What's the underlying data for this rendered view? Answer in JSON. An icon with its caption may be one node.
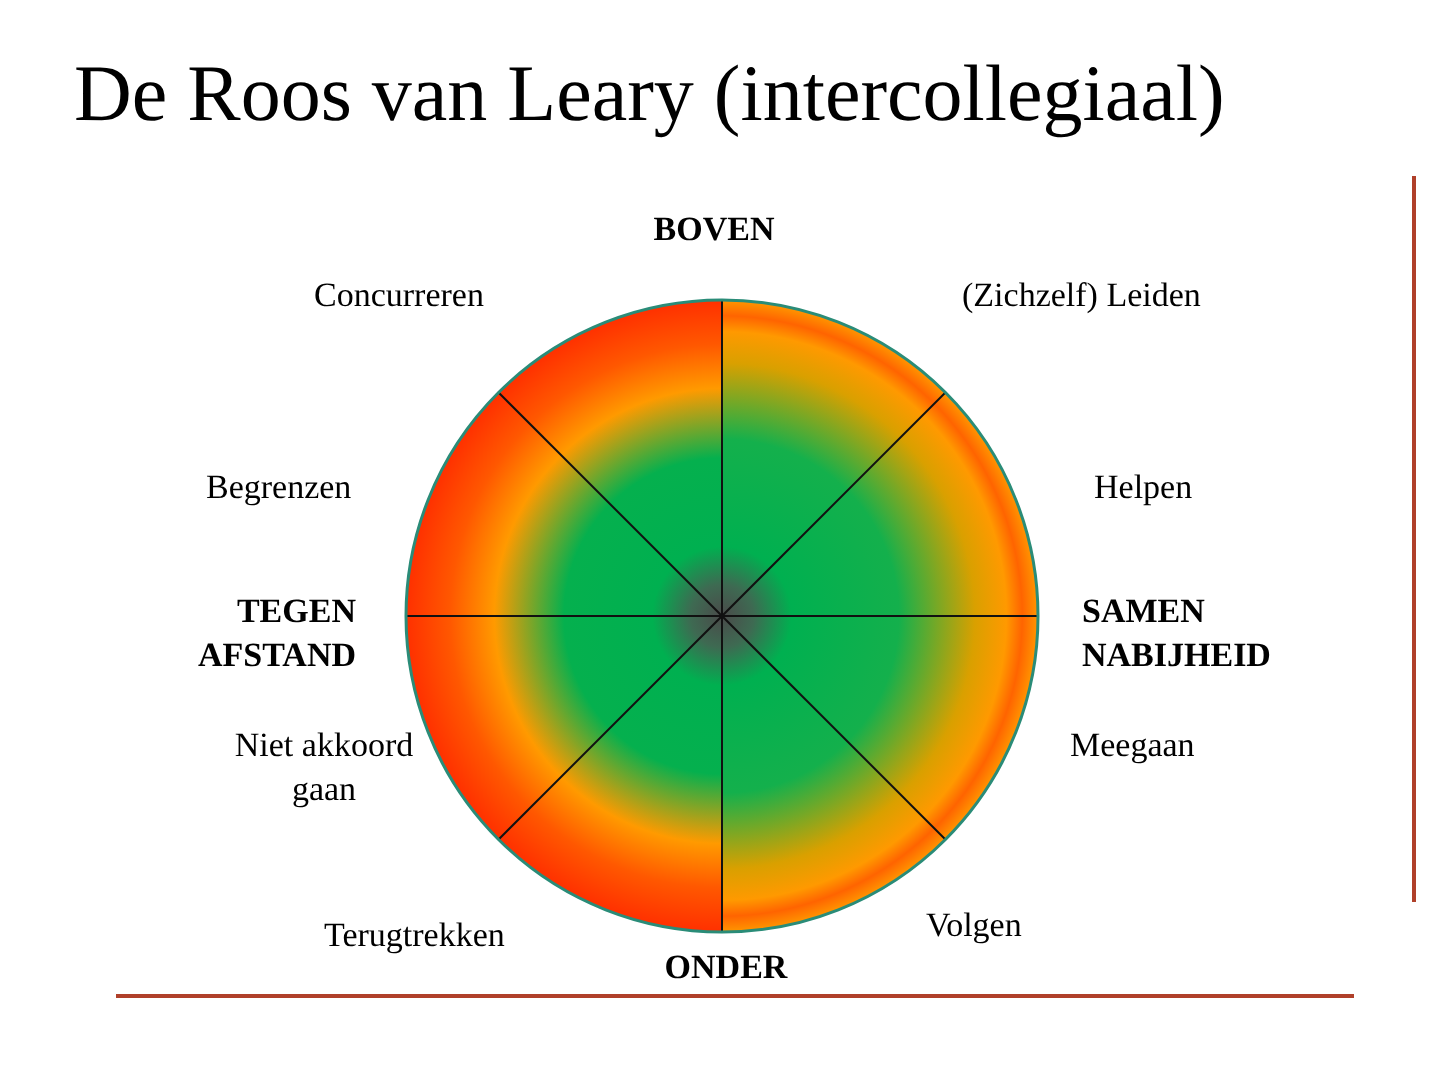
{
  "diagram": {
    "title": "De Roos van Leary (intercollegiaal)",
    "labels": [
      "BOVEN",
      "Concurreren",
      "(Zichzelf) Leiden",
      "Begrenzen",
      "Helpen",
      "TEGEN AFSTAND",
      "SAMEN NABIJHEID",
      "Niet akkoord gaan",
      "Meegaan",
      "Terugtrekken",
      "Volgen",
      "ONDER"
    ]
  }
}
